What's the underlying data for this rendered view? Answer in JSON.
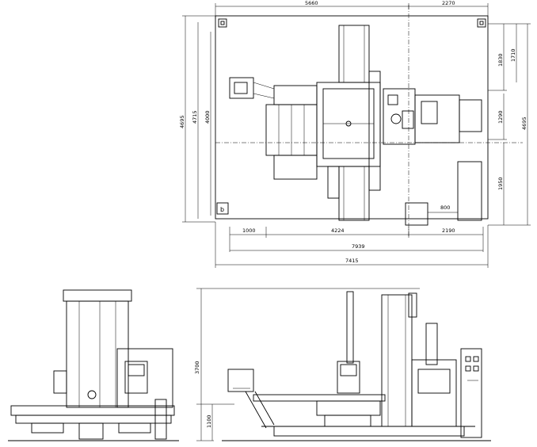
{
  "dimensions": {
    "top_width_left": "5660",
    "top_width_right": "2270",
    "left_height_outer": "4695",
    "left_height_mid": "4715",
    "left_height_inner": "4000",
    "right_top_a": "1830",
    "right_top_b": "1710",
    "right_mid": "1290",
    "right_overall": "4695",
    "right_lower": "1950",
    "controller_offset": "800",
    "bottom_left": "1000",
    "bottom_mid": "4224",
    "bottom_right": "2190",
    "bottom_total_a": "7939",
    "bottom_total_b": "7415",
    "side_height_total": "3700",
    "side_height_table": "1100"
  },
  "foundation_mark": "b"
}
